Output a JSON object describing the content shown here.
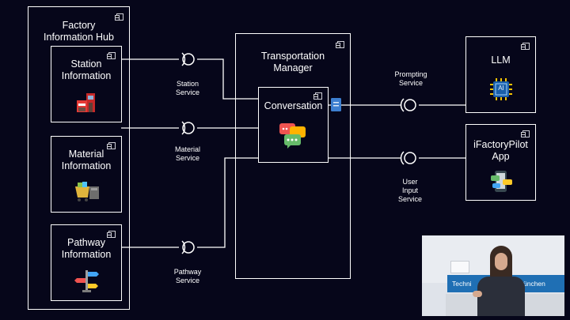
{
  "hub": {
    "title": "Factory\nInformation Hub"
  },
  "station": {
    "title": "Station\nInformation"
  },
  "material": {
    "title": "Material\nInformation"
  },
  "pathway": {
    "title": "Pathway\nInformation"
  },
  "transport": {
    "title": "Transportation\nManager"
  },
  "conversation": {
    "title": "Conversation"
  },
  "llm": {
    "title": "LLM",
    "chip_text": "AI"
  },
  "app": {
    "title": "iFactoryPilot\nApp"
  },
  "interfaces": {
    "station_service": "Station\nService",
    "material_service": "Material\nService",
    "pathway_service": "Pathway\nService",
    "prompting_service": "Prompting\nService",
    "user_input_service": "User\nInput\nService"
  },
  "video": {
    "banner_left": "Techni",
    "banner_right": "ünchen"
  },
  "colors": {
    "background": "#06061a",
    "line": "#ffffff",
    "chip": "#1a5fa8",
    "chip_pins": "#f5c400"
  }
}
